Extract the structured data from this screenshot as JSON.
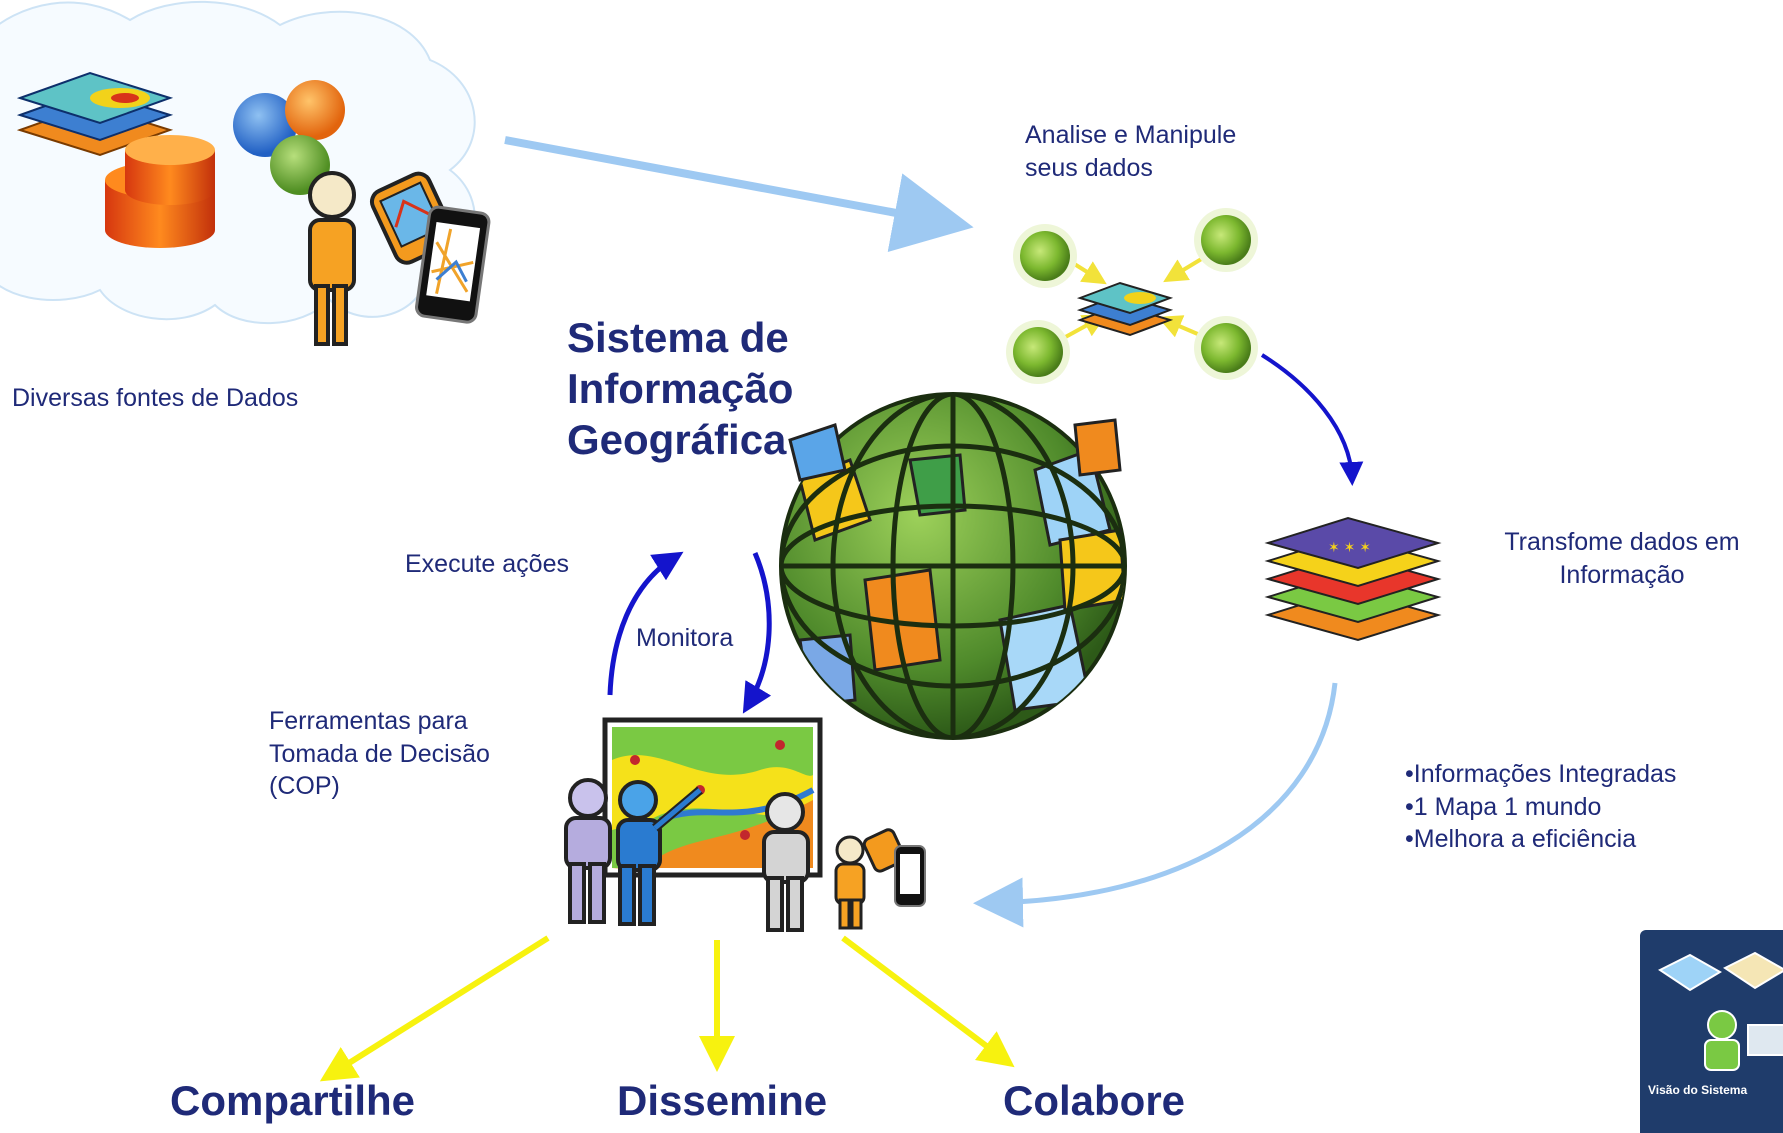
{
  "sources": {
    "label": "Diversas fontes de Dados"
  },
  "analyze": {
    "label_line1": "Analise e Manipule",
    "label_line2": "seus dados"
  },
  "center_title": {
    "line1": "Sistema de",
    "line2": "Informação",
    "line3": "Geográfica"
  },
  "transform": {
    "label_line1": "Transfome dados em",
    "label_line2": "Informação"
  },
  "benefits": {
    "items": [
      "•Informações Integradas",
      "•1 Mapa 1 mundo",
      "•Melhora a eficiência"
    ]
  },
  "cycle": {
    "execute_label": "Execute ações",
    "monitor_label": "Monitora"
  },
  "decision": {
    "line1": "Ferramentas para",
    "line2": "Tomada de Decisão",
    "line3": "(COP)"
  },
  "outcomes": {
    "share": "Compartilhe",
    "disseminate": "Dissemine",
    "collaborate": "Colabore"
  },
  "badge": {
    "label": "Visão do Sistema"
  },
  "colors": {
    "text": "#1f2a78",
    "light_blue_arrow": "#9ec9f2",
    "dark_blue_arrow": "#1414cc",
    "yellow_arrow": "#f7f20f",
    "green_node": "#7cb82f",
    "badge_bg": "#1f3c6b"
  },
  "icons": [
    "cloud-icon",
    "map-layers-icon",
    "database-icon",
    "colored-spheres-icon",
    "person-icon",
    "gps-device-icon",
    "smartphone-icon",
    "globe-icon",
    "green-node-icon",
    "layered-data-icon",
    "wall-map-icon",
    "team-people-icon"
  ]
}
